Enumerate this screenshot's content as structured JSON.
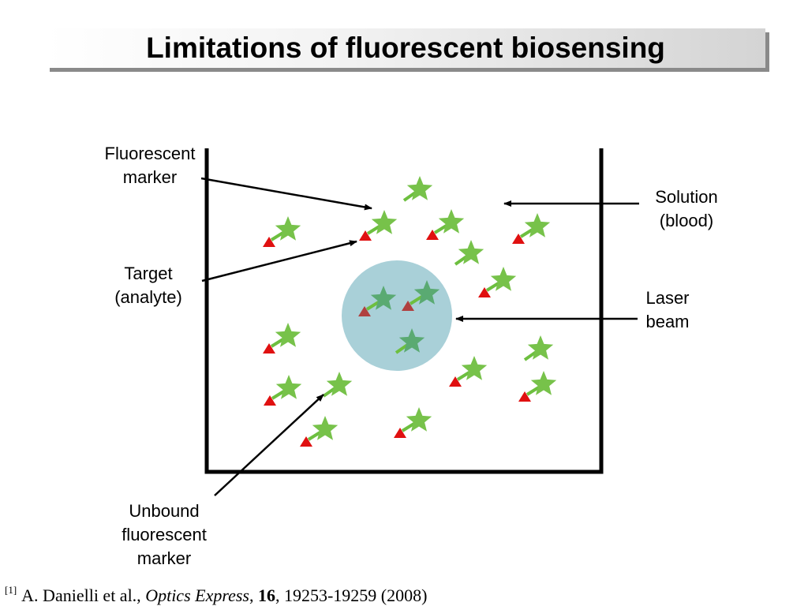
{
  "slide": {
    "title": "Limitations of fluorescent biosensing"
  },
  "labels": {
    "fluorescent_marker": [
      "Fluorescent",
      "marker"
    ],
    "target": [
      "Target",
      "(analyte)"
    ],
    "unbound": [
      "Unbound",
      "fluorescent",
      "marker"
    ],
    "solution": [
      "Solution",
      "(blood)"
    ],
    "laser": [
      "Laser",
      "beam"
    ]
  },
  "citation": {
    "ref_number": "[1]",
    "authors": "A. Danielli et al., ",
    "journal": "Optics Express",
    "sep": ", ",
    "volume": "16",
    "pages": ", 19253-19259 (2008)"
  },
  "colors": {
    "star_fill": "#77c24a",
    "star_in_beam": "#5aaa72",
    "linker": "#6dbf3f",
    "target_red": "#e01010",
    "target_in_beam": "#b04040",
    "beam": "#a9d0d8",
    "container": "#000000"
  }
}
